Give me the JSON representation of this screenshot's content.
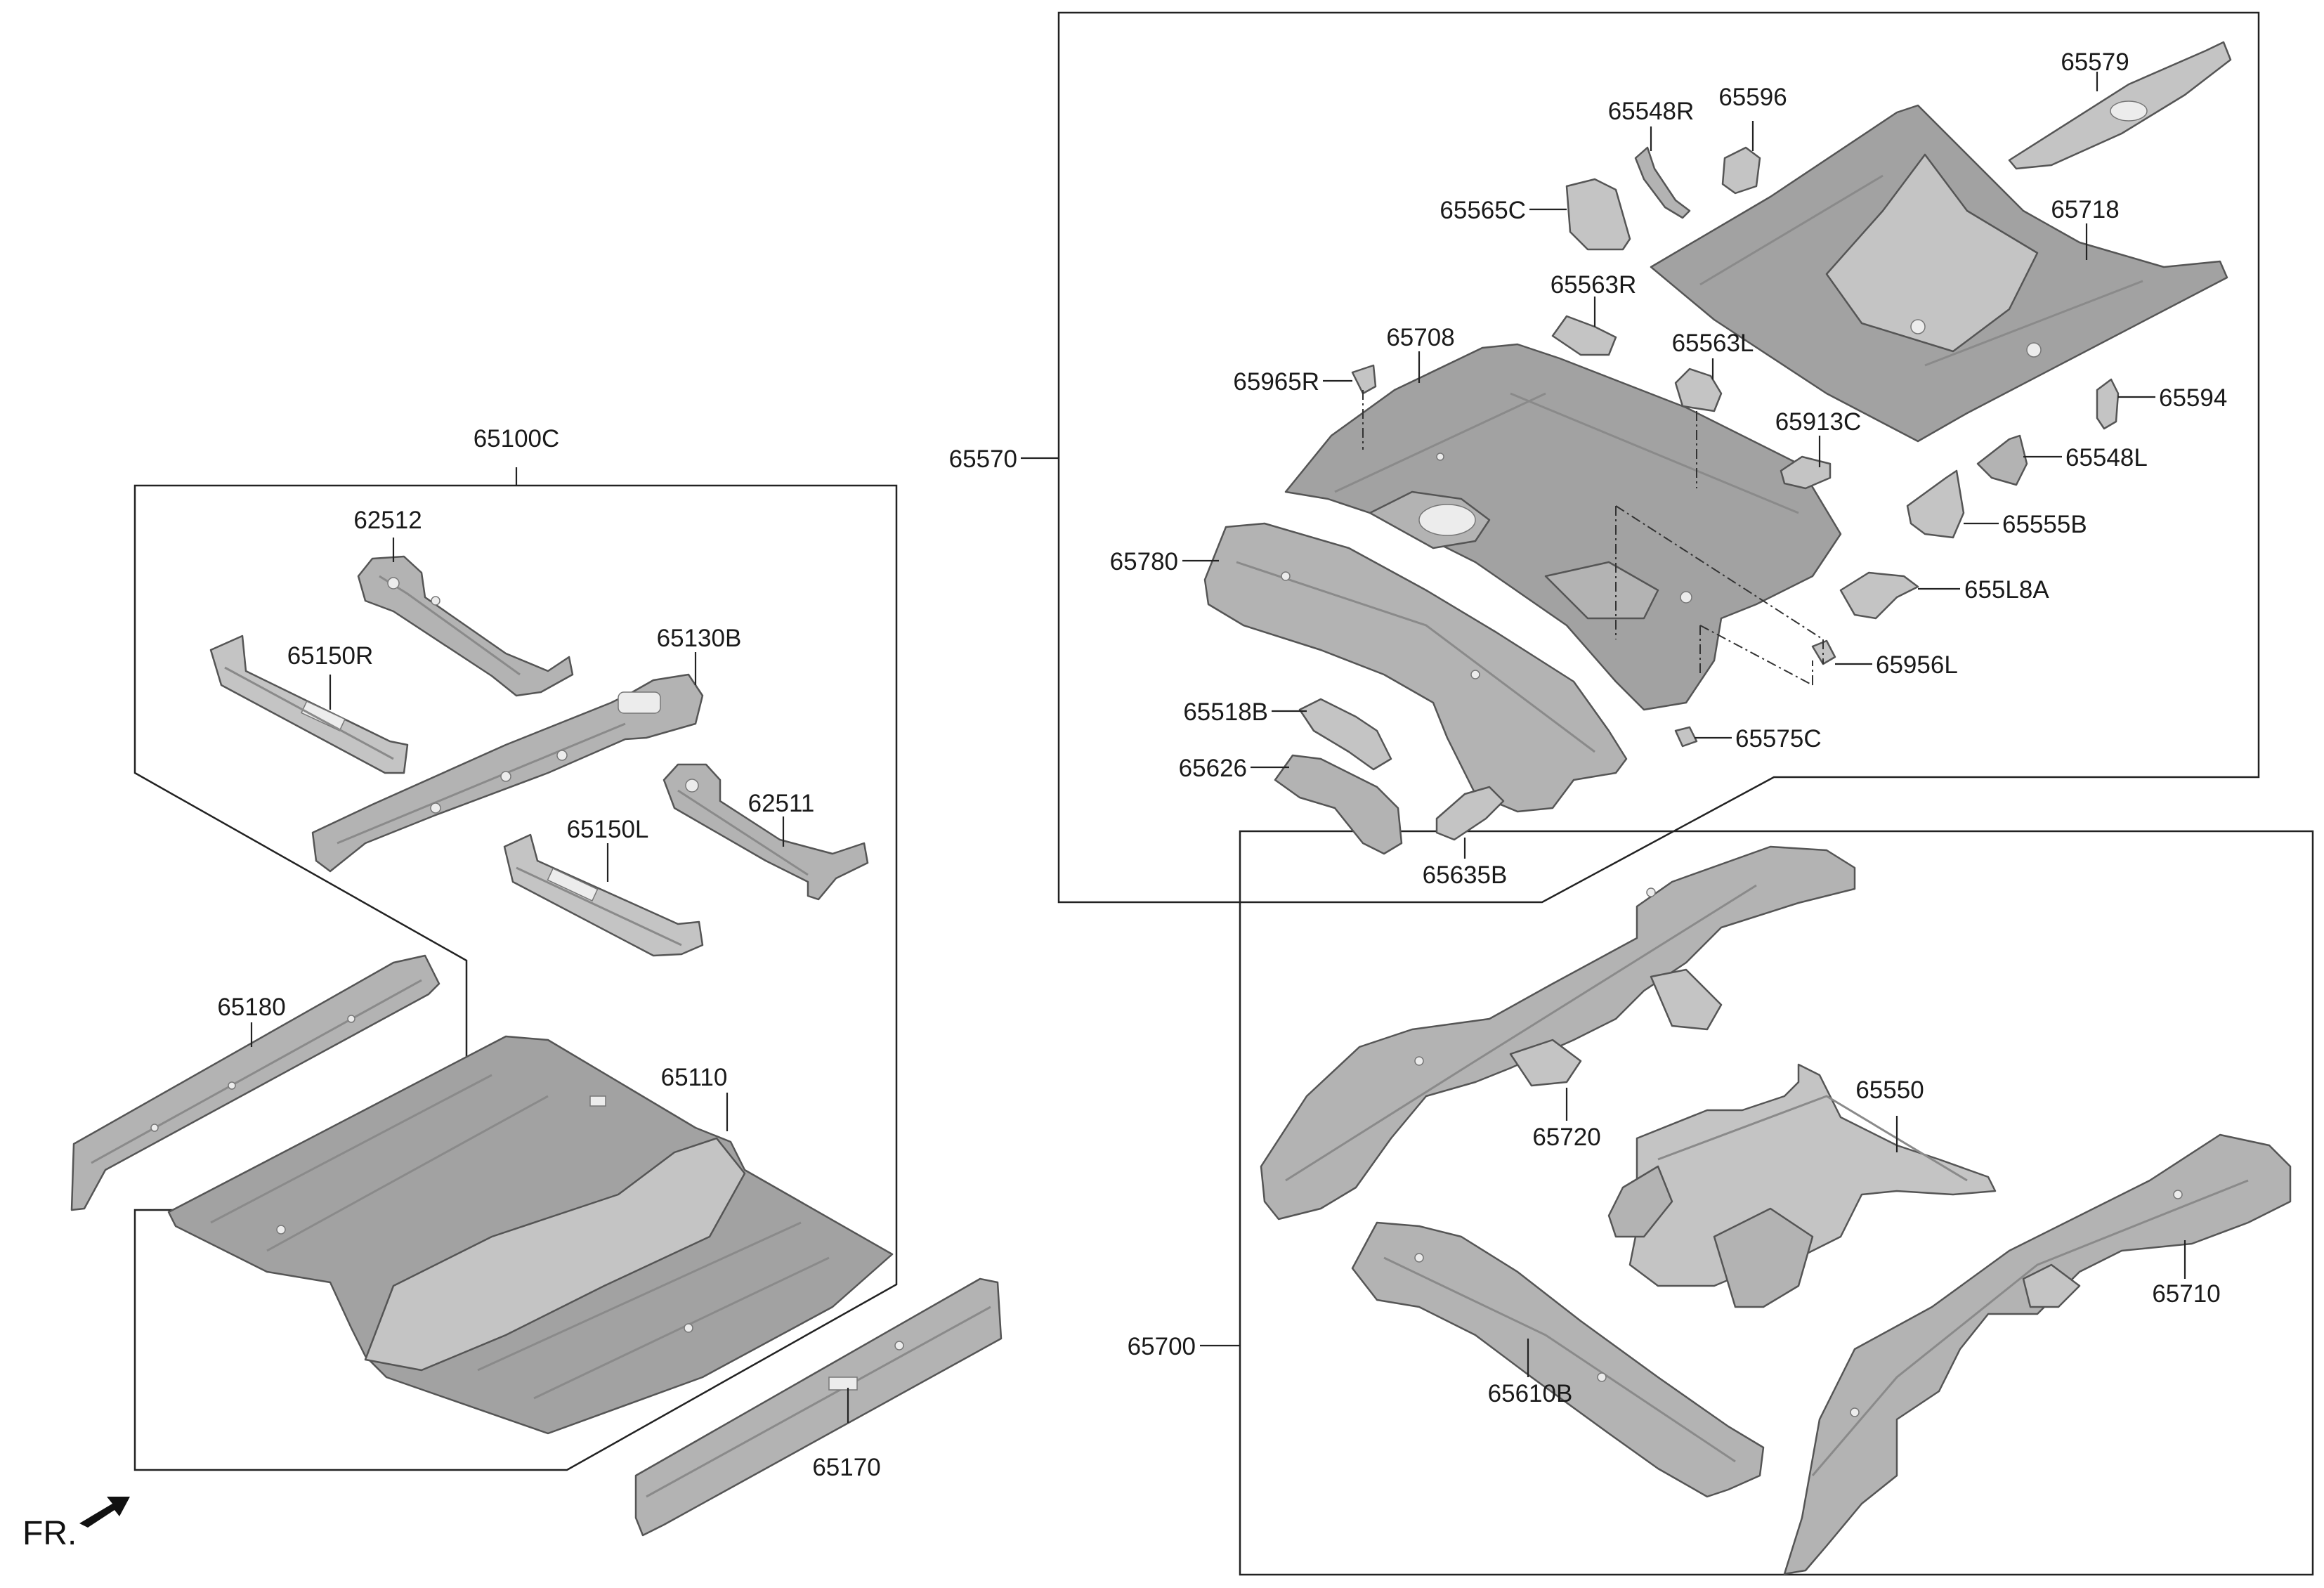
{
  "labels": {
    "l65100C": "65100C",
    "l62512": "62512",
    "l65150R": "65150R",
    "l65130B": "65130B",
    "l62511": "62511",
    "l65150L": "65150L",
    "l65180": "65180",
    "l65110": "65110",
    "l65170": "65170",
    "l65570": "65570",
    "l65548R": "65548R",
    "l65596": "65596",
    "l65579": "65579",
    "l65565C": "65565C",
    "l65718": "65718",
    "l65563R": "65563R",
    "l65708": "65708",
    "l65965R": "65965R",
    "l65563L": "65563L",
    "l65913C": "65913C",
    "l65594": "65594",
    "l65548L": "65548L",
    "l65555B": "65555B",
    "l65780": "65780",
    "l655L8A": "655L8A",
    "l65956L": "65956L",
    "l65518B": "65518B",
    "l65575C": "65575C",
    "l65626": "65626",
    "l65635B": "65635B",
    "l65550": "65550",
    "l65720": "65720",
    "l65700": "65700",
    "l65710": "65710",
    "l65610B": "65610B"
  },
  "direction_marker": {
    "text": "FR.",
    "icon": "front-arrow-icon"
  }
}
